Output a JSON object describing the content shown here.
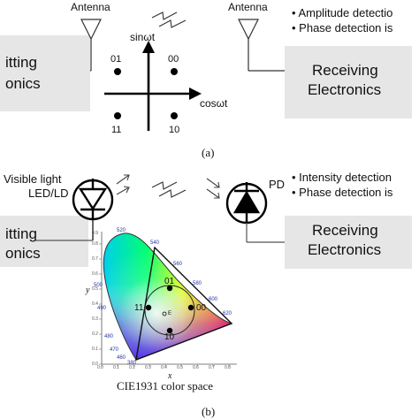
{
  "panel_a": {
    "antenna_left": "Antenna",
    "antenna_right": "Antenna",
    "tx_line1": "itting",
    "tx_line2": "onics",
    "rx_line1": "Receiving",
    "rx_line2": "Electronics",
    "bullets": [
      "Amplitude detectio",
      "Phase detection is"
    ],
    "axis_y": "sinωt",
    "axis_x": "cosωt",
    "points": [
      "01",
      "00",
      "11",
      "10"
    ],
    "caption": "(a)"
  },
  "panel_b": {
    "source_label_1": "Visible light",
    "source_label_2": "LED/LD",
    "pd_label": "PD",
    "tx_line1": "itting",
    "tx_line2": "onics",
    "rx_line1": "Receiving",
    "rx_line2": "Electronics",
    "bullets": [
      "Intensity detection",
      "Phase detection is"
    ],
    "wavelengths": [
      "520",
      "540",
      "560",
      "580",
      "600",
      "620",
      "500",
      "490",
      "480",
      "470",
      "460",
      "380"
    ],
    "point_labels": [
      "01",
      "11",
      "00",
      "10"
    ],
    "e_label": "E",
    "x_axis": "x",
    "y_axis": "y",
    "x_ticks": [
      "0.0",
      "0.1",
      "0.2",
      "0.3",
      "0.4",
      "0.5",
      "0.6",
      "0.7",
      "0.8"
    ],
    "y_ticks": [
      "0.0",
      "0.1",
      "0.2",
      "0.3",
      "0.4",
      "0.5",
      "0.6",
      "0.7",
      "0.8",
      "0.9"
    ],
    "chart_caption": "CIE1931 color space",
    "caption": "(b)"
  }
}
